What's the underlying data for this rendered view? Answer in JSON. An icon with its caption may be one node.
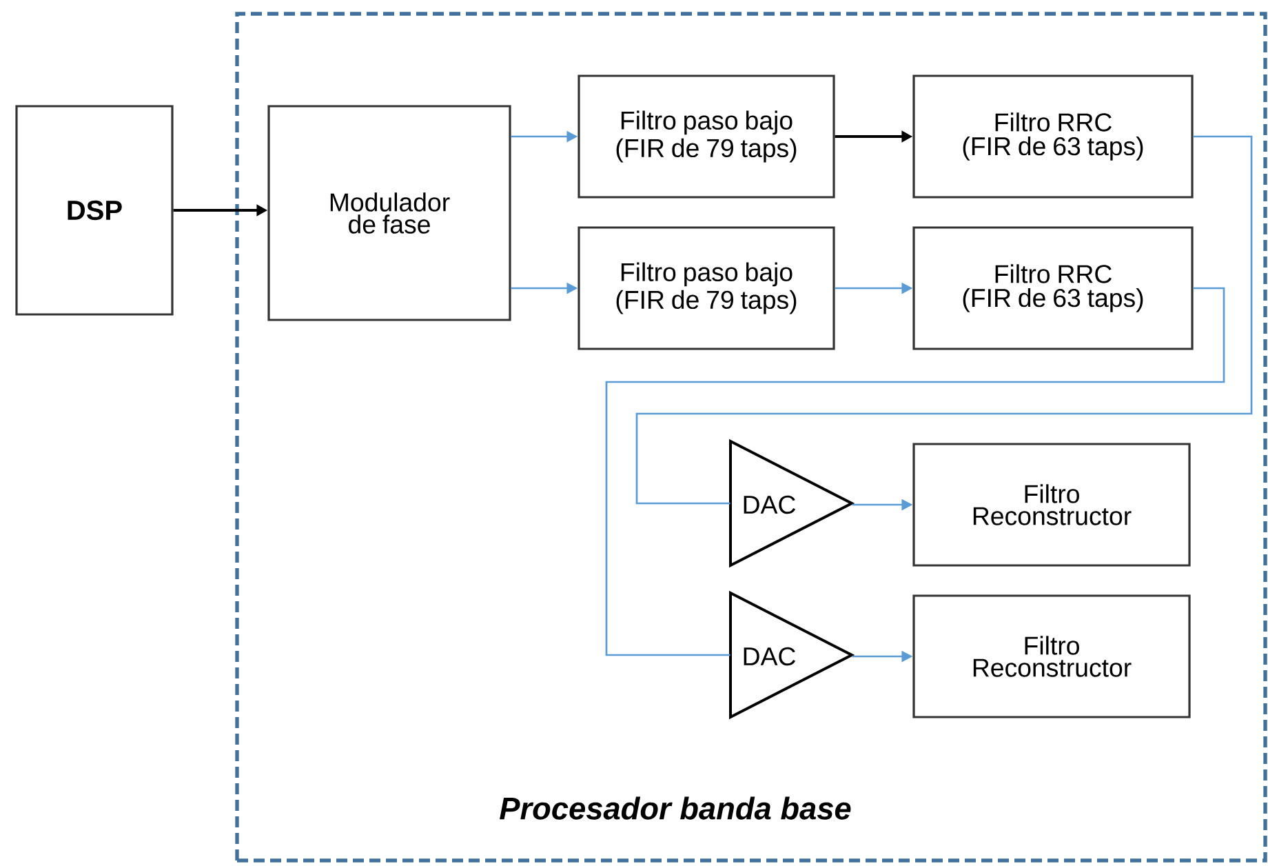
{
  "diagram": {
    "nodes": [
      {
        "text": [
          "DSP"
        ]
      },
      {
        "text": [
          "Procesador banda base"
        ]
      },
      {
        "text": [
          "Modulador de fase"
        ],
        "in": 1
      },
      {
        "text": [
          "Filtro paso bajo",
          "(FIR de 79 taps)"
        ],
        "in": 1
      },
      {
        "text": [
          "Filtro RRC",
          "(FIR de 63 taps)"
        ],
        "in": 1
      },
      {
        "text": [
          "Filtro paso bajo",
          "(FIR de 79 taps)"
        ],
        "in": 1
      },
      {
        "text": [
          "Filtro RRC",
          "(FIR de 63 taps)"
        ],
        "in": 1
      },
      {
        "text": [
          "DAC"
        ],
        "in": 1
      },
      {
        "text": [
          "Filtro Reconstructor"
        ],
        "in": 1
      },
      {
        "text": [
          "DAC"
        ],
        "in": 1
      },
      {
        "text": [
          "Filtro Reconstructor"
        ],
        "in": 1
      }
    ],
    "edges": [
      {
        "from": 0,
        "to": 2,
        "arrow": "to",
        "color": "#000000"
      },
      {
        "from": 2,
        "to": 3,
        "arrow": "to"
      },
      {
        "from": 2,
        "to": 5,
        "arrow": "to"
      },
      {
        "from": 3,
        "to": 4,
        "arrow": "to",
        "color": "#000000"
      },
      {
        "from": 5,
        "to": 6,
        "arrow": "to"
      },
      {
        "from": 4,
        "to": 7,
        "arrow": "none"
      },
      {
        "from": 6,
        "to": 9,
        "arrow": "none"
      },
      {
        "from": 7,
        "to": 8,
        "arrow": "to"
      },
      {
        "from": 9,
        "to": 10,
        "arrow": "to"
      }
    ]
  }
}
